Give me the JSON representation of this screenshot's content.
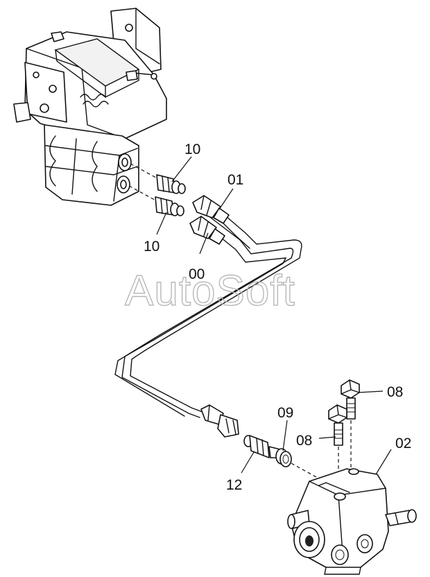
{
  "watermark": "AutoSoft",
  "callouts": {
    "c10_upper": "10",
    "c10_lower": "10",
    "c01": "01",
    "c00": "00",
    "c08_upper": "08",
    "c08_lower": "08",
    "c09": "09",
    "c02": "02",
    "c12": "12"
  }
}
